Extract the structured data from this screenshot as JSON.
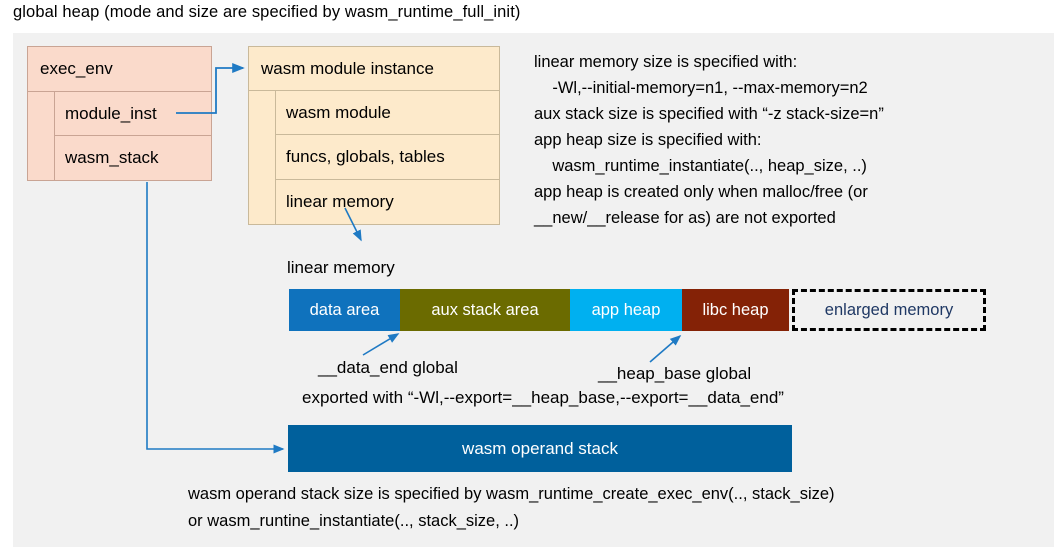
{
  "title": "global heap (mode and size are specified by wasm_runtime_full_init)",
  "exec_env": {
    "header": "exec_env",
    "rows": [
      "module_inst",
      "wasm_stack"
    ]
  },
  "module_instance": {
    "header": "wasm module instance",
    "rows": [
      "wasm module",
      "funcs, globals, tables",
      "linear memory"
    ]
  },
  "notes": "linear memory size is specified with:\n    -Wl,--initial-memory=n1, --max-memory=n2\naux stack size is specified with “-z stack-size=n”\napp heap size is specified with:\n    wasm_runtime_instantiate(.., heap_size, ..)\napp heap is created only when malloc/free (or\n__new/__release for as) are not exported",
  "linear_memory": {
    "label": "linear memory",
    "segments": [
      {
        "label": "data area",
        "color": "#0f72bd",
        "text_color": "#ffffff",
        "width": 111,
        "style": "solid"
      },
      {
        "label": "aux stack area",
        "color": "#6b6b00",
        "text_color": "#ffffff",
        "width": 170,
        "style": "solid"
      },
      {
        "label": "app heap",
        "color": "#00b0f0",
        "text_color": "#ffffff",
        "width": 112,
        "style": "solid"
      },
      {
        "label": "libc heap",
        "color": "#842206",
        "text_color": "#ffffff",
        "width": 107,
        "style": "solid"
      },
      {
        "label": "enlarged memory",
        "color": "#f1f1f1",
        "text_color": "#1f3864",
        "width": 194,
        "style": "dashed"
      }
    ]
  },
  "annotations": {
    "data_end": "__data_end global",
    "heap_base": "__heap_base global",
    "exported_with": "exported with “-Wl,--export=__heap_base,--export=__data_end”"
  },
  "operand_stack": {
    "label": "wasm operand stack",
    "color": "#00609c"
  },
  "bottom_note": "wasm operand stack size is specified by wasm_runtime_create_exec_env(.., stack_size)\nor wasm_runtine_instantiate(.., stack_size, ..)",
  "colors": {
    "panel_background": "#f1f1f1",
    "exec_env_fill": "#fadacb",
    "module_instance_fill": "#fdeacb",
    "connector": "#1f7ac4"
  }
}
